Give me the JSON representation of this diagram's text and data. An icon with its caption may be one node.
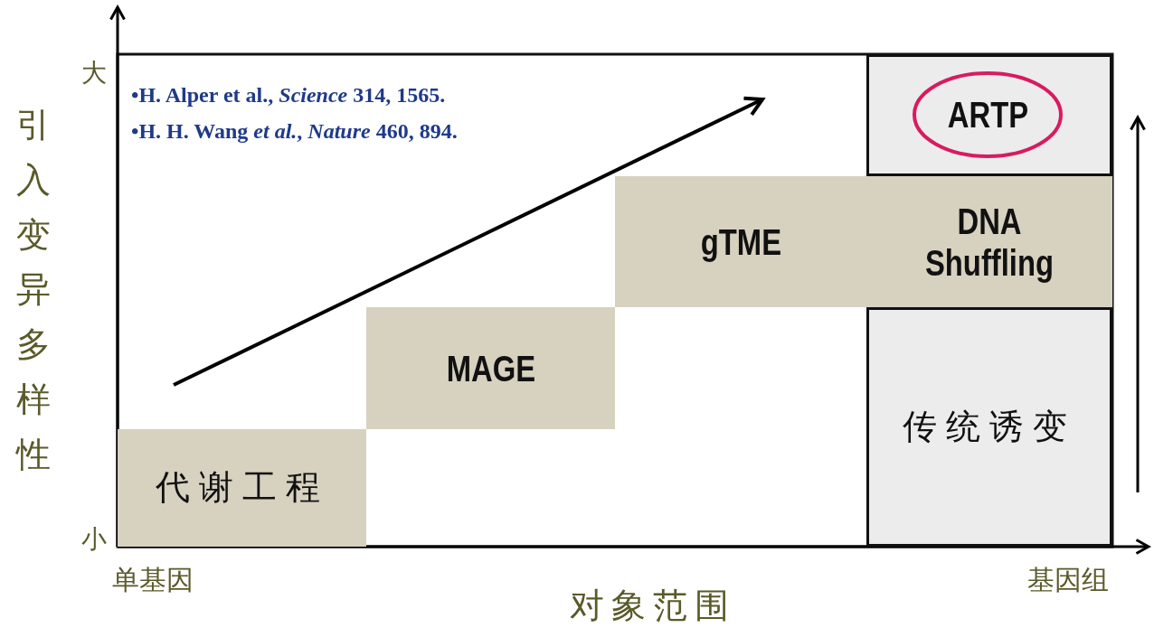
{
  "diagram": {
    "nodes": [
      {
        "text": [
          "代谢工程"
        ]
      },
      {
        "text": [
          "MAGE"
        ]
      },
      {
        "text": [
          "gTME"
        ]
      },
      {
        "text": [
          "DNA Shuffling"
        ]
      },
      {
        "text": [],
        "shape": "box"
      },
      {
        "text": [
          "ARTP"
        ],
        "in": 4
      },
      {
        "text": [
          "传统诱变"
        ]
      }
    ],
    "labels": [
      "大",
      "•H. Alper et al., *Science* 314, 1565.",
      "•H. H. Wang *et al.*, *Nature* 460, 894.",
      "引入变异多样性",
      "小",
      "单基因",
      "基因组",
      "对象范围"
    ]
  }
}
